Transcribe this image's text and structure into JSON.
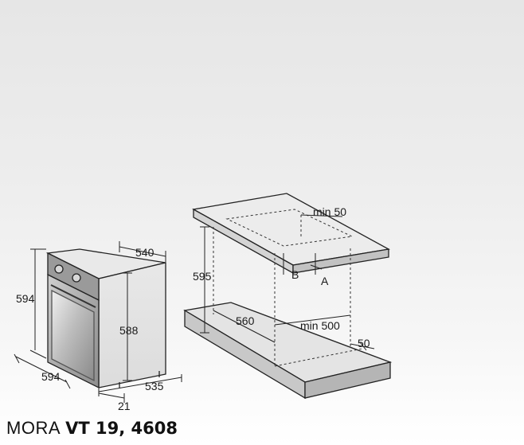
{
  "dimensions": {
    "oven_width_top": "540",
    "oven_height": "594",
    "oven_inner_height": "588",
    "oven_width_bottom": "594",
    "oven_depth": "535",
    "oven_front_depth": "21",
    "cabinet_height": "595",
    "cabinet_depth": "560",
    "top_min_gap": "min 50",
    "bottom_min_width": "min 500",
    "bottom_gap": "50",
    "marker_a": "A",
    "marker_b": "B"
  },
  "footer": {
    "brand": "MORA",
    "model": "VT 19, 4608"
  }
}
